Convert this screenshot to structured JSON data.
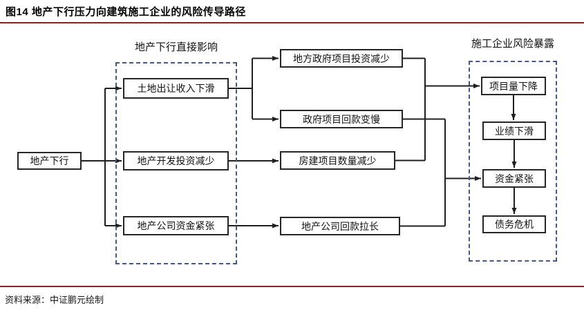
{
  "header": {
    "title": "图14  地产下行压力向建筑施工企业的风险传导路径"
  },
  "groups": {
    "left_label": "地产下行直接影响",
    "right_label": "施工企业风险暴露"
  },
  "nodes": {
    "root": "地产下行",
    "land_income": "土地出让收入下滑",
    "dev_invest": "地产开发投资减少",
    "re_funds": "地产公司资金紧张",
    "gov_invest": "地方政府项目投资减少",
    "gov_payment": "政府项目回款变慢",
    "housing_projects": "房建项目数量减少",
    "re_payment": "地产公司回款拉长",
    "project_volume": "项目量下降",
    "performance": "业绩下滑",
    "funds_tight": "资金紧张",
    "debt_crisis": "债务危机"
  },
  "footer": {
    "source": "资料来源：中证鹏元绘制"
  },
  "colors": {
    "accent_rule": "#8B2222",
    "group_dash_border": "#45568B",
    "connector": "#1F1F1F",
    "node_border": "#262626"
  }
}
